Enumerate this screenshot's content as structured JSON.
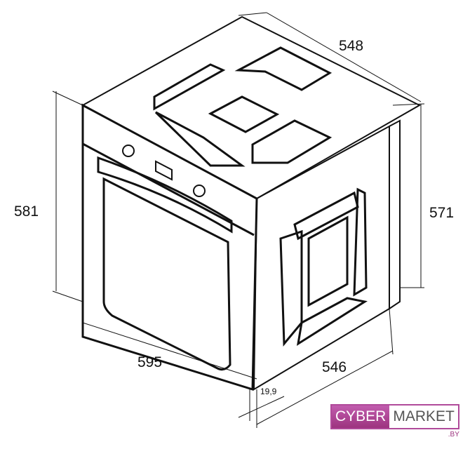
{
  "dimensions": {
    "depth_top": "548",
    "height_front": "581",
    "height_side": "571",
    "width_front": "595",
    "depth_side": "546",
    "door_thickness": "19,9"
  },
  "logo": {
    "part1": "CYBER",
    "part2": "MARKET",
    "suffix": ".BY"
  },
  "colors": {
    "line": "#111111",
    "brand": "#b04a9a"
  }
}
